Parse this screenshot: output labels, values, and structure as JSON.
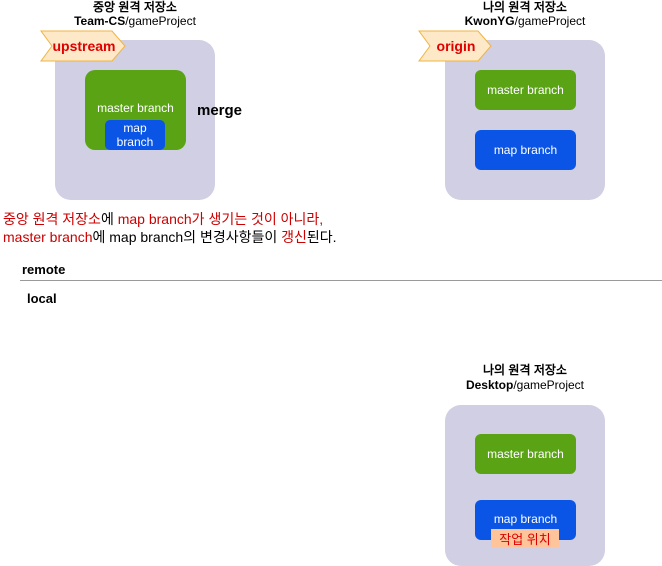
{
  "upstream": {
    "title": "중앙 원격 저장소",
    "owner": "Team-CS",
    "path": "/gameProject",
    "tag": "upstream",
    "master_label": "master branch",
    "map_label": "map\nbranch",
    "merge_label": "merge"
  },
  "origin": {
    "title": "나의 원격 저장소",
    "owner": "KwonYG",
    "path": "/gameProject",
    "tag": "origin",
    "master_label": "master branch",
    "map_label": "map branch"
  },
  "note": {
    "line1": [
      {
        "text": "중앙 원격 저장소",
        "color": "red"
      },
      {
        "text": "에 ",
        "color": "black"
      },
      {
        "text": "map branch",
        "color": "red"
      },
      {
        "text": "가 생기는 것이 아니라,",
        "color": "red"
      }
    ],
    "line2": [
      {
        "text": "master branch",
        "color": "red"
      },
      {
        "text": "에 map branch의 변경사항들이 ",
        "color": "black"
      },
      {
        "text": "갱신",
        "color": "red"
      },
      {
        "text": "된다.",
        "color": "black"
      }
    ]
  },
  "sections": {
    "remote": "remote",
    "local": "local"
  },
  "local_repo": {
    "title": "나의 원격 저장소",
    "owner": "Desktop",
    "path": "/gameProject",
    "master_label": "master branch",
    "map_label": "map branch",
    "work_label": "작업 위치"
  },
  "colors": {
    "repo_box": "#d0cfe3",
    "branch_green": "#5aa314",
    "branch_blue": "#0a55e6",
    "tag_fill": "#fde8c8",
    "tag_text": "#e00000",
    "highlight_red": "#cc0000",
    "work_tag_fill": "#ffc499"
  }
}
